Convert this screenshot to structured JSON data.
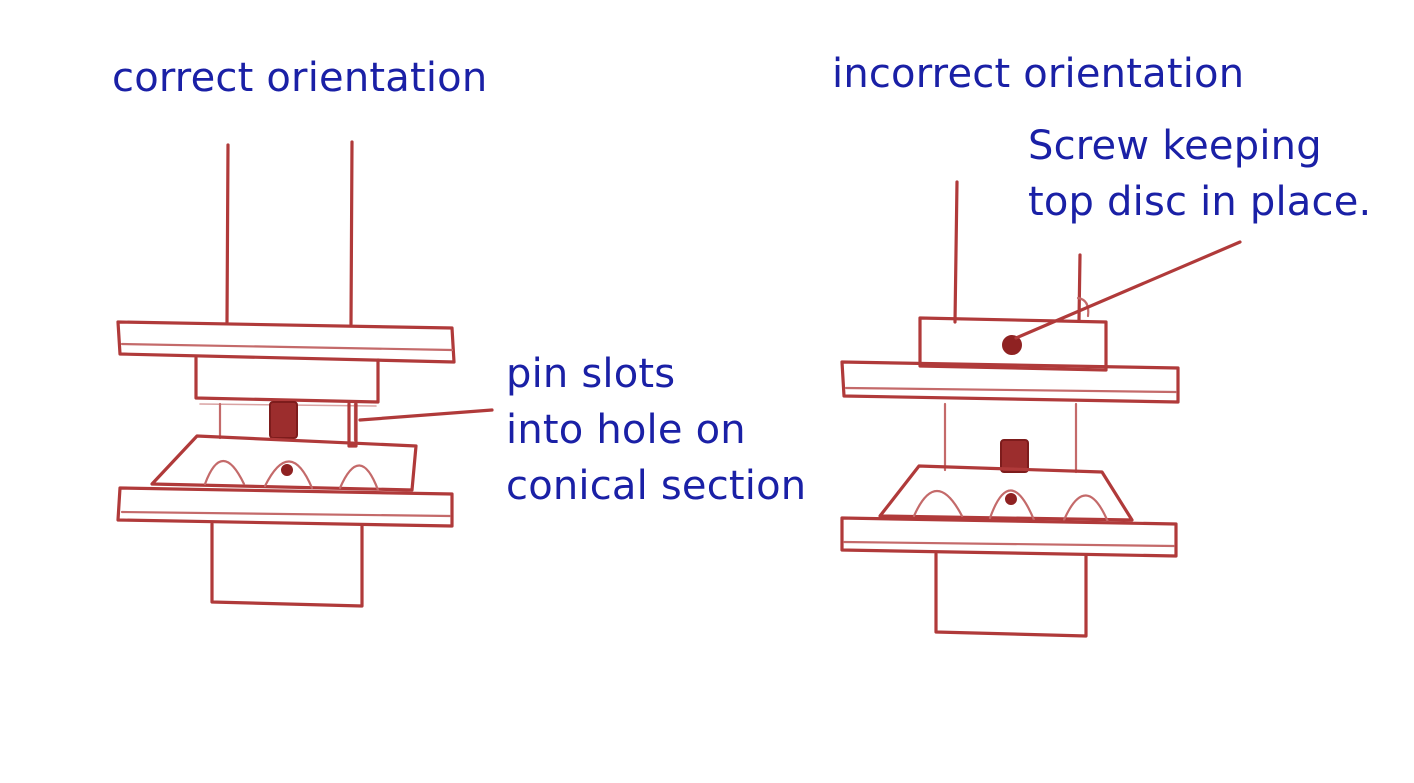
{
  "labels": {
    "correct": "correct orientation",
    "incorrect": "incorrect orientation",
    "pin_callout": [
      "pin slots",
      "into hole on",
      "conical section"
    ],
    "screw_callout": [
      "Screw keeping",
      "top disc in place."
    ]
  },
  "colors": {
    "text": "#1a20a6",
    "sketch": "#b03a3a",
    "leader": "#2b36b0",
    "background": "#ffffff"
  }
}
